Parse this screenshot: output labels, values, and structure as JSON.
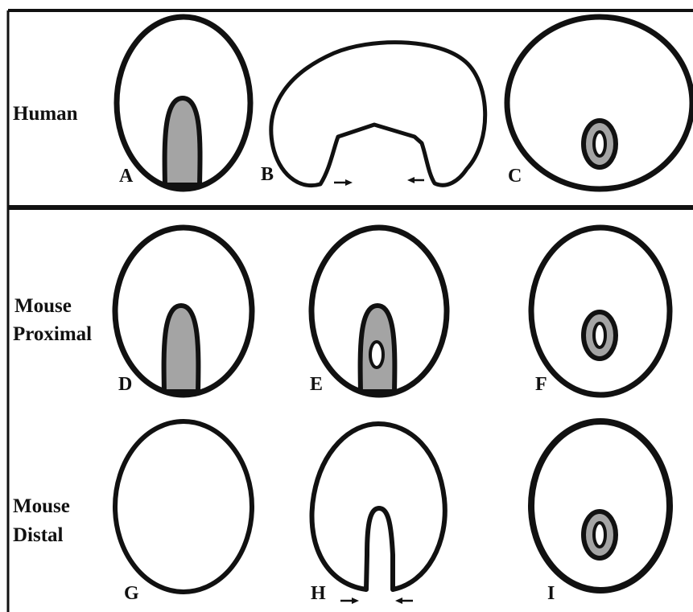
{
  "rows": [
    {
      "label_lines": [
        "Human"
      ]
    },
    {
      "label_lines": [
        "Mouse",
        "Proximal"
      ]
    },
    {
      "label_lines": [
        "Mouse",
        "Distal"
      ]
    }
  ],
  "panels": [
    "A",
    "B",
    "C",
    "D",
    "E",
    "F",
    "G",
    "H",
    "I"
  ],
  "colors": {
    "outline": "#111111",
    "tissue_fill": "#a4a4a4",
    "background": "#ffffff"
  }
}
